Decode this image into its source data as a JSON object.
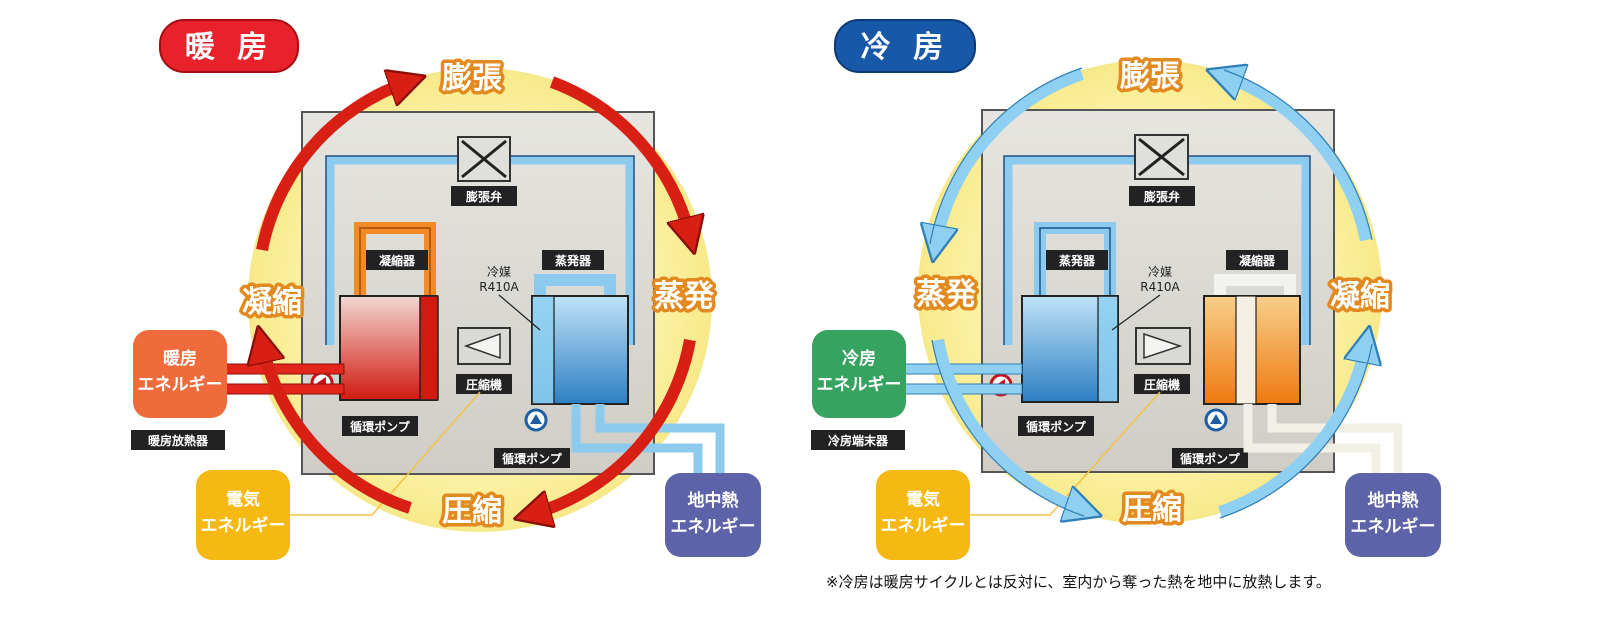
{
  "colors": {
    "heat_red": "#e8212b",
    "cool_blue": "#1758a8",
    "glow": "#fbf3a4",
    "pipe": "#7ec3ef",
    "orange": "#f07e1a"
  },
  "heating": {
    "title": "暖 房",
    "stages": {
      "expansion": "膨張",
      "condensation": "凝縮",
      "evaporation": "蒸発",
      "compression": "圧縮"
    },
    "components": {
      "expansion_valve": "膨張弁",
      "condenser": "凝縮器",
      "evaporator": "蒸発器",
      "compressor": "圧縮機",
      "pump_left": "循環ポンプ",
      "pump_right": "循環ポンプ"
    },
    "refrigerant": {
      "line1": "冷媒",
      "line2": "R410A"
    },
    "energy_left": {
      "line1": "暖房",
      "line2": "エネルギー"
    },
    "terminal": "暖房放熱器",
    "electric": {
      "line1": "電気",
      "line2": "エネルギー"
    },
    "ground": {
      "line1": "地中熱",
      "line2": "エネルギー"
    }
  },
  "cooling": {
    "title": "冷 房",
    "stages": {
      "expansion": "膨張",
      "evaporation": "蒸発",
      "condensation": "凝縮",
      "compression": "圧縮"
    },
    "components": {
      "expansion_valve": "膨張弁",
      "evaporator": "蒸発器",
      "condenser": "凝縮器",
      "compressor": "圧縮機",
      "pump_left": "循環ポンプ",
      "pump_right": "循環ポンプ"
    },
    "refrigerant": {
      "line1": "冷媒",
      "line2": "R410A"
    },
    "energy_left": {
      "line1": "冷房",
      "line2": "エネルギー"
    },
    "terminal": "冷房端末器",
    "electric": {
      "line1": "電気",
      "line2": "エネルギー"
    },
    "ground": {
      "line1": "地中熱",
      "line2": "エネルギー"
    }
  },
  "note": "※冷房は暖房サイクルとは反対に、室内から奪った熱を地中に放熱します。"
}
